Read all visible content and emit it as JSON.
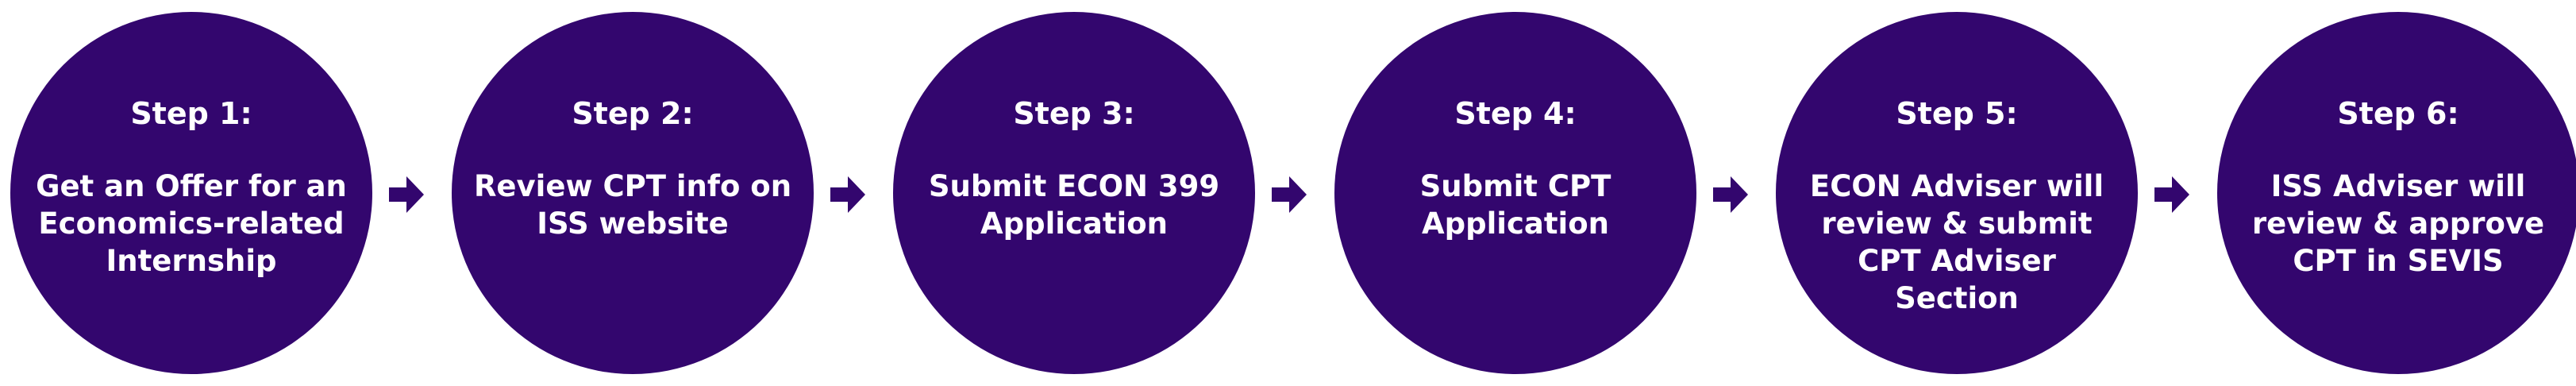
{
  "colors": {
    "circle_fill": "#33066e",
    "arrow_fill": "#33066e",
    "text": "#ffffff",
    "background": "#ffffff"
  },
  "steps": [
    {
      "title": "Step 1:",
      "description": "Get an Offer for an Economics-related Internship"
    },
    {
      "title": "Step 2:",
      "description": "Review CPT info on ISS website"
    },
    {
      "title": "Step 3:",
      "description": "Submit ECON 399 Application"
    },
    {
      "title": "Step 4:",
      "description": "Submit CPT Application"
    },
    {
      "title": "Step 5:",
      "description": "ECON Adviser will review & submit CPT Adviser Section"
    },
    {
      "title": "Step 6:",
      "description": "ISS Adviser will review & approve CPT in SEVIS"
    }
  ],
  "connectors": [
    {
      "icon": "arrow-right-icon"
    },
    {
      "icon": "arrow-right-icon"
    },
    {
      "icon": "arrow-right-icon"
    },
    {
      "icon": "arrow-right-icon"
    },
    {
      "icon": "arrow-right-icon"
    }
  ]
}
